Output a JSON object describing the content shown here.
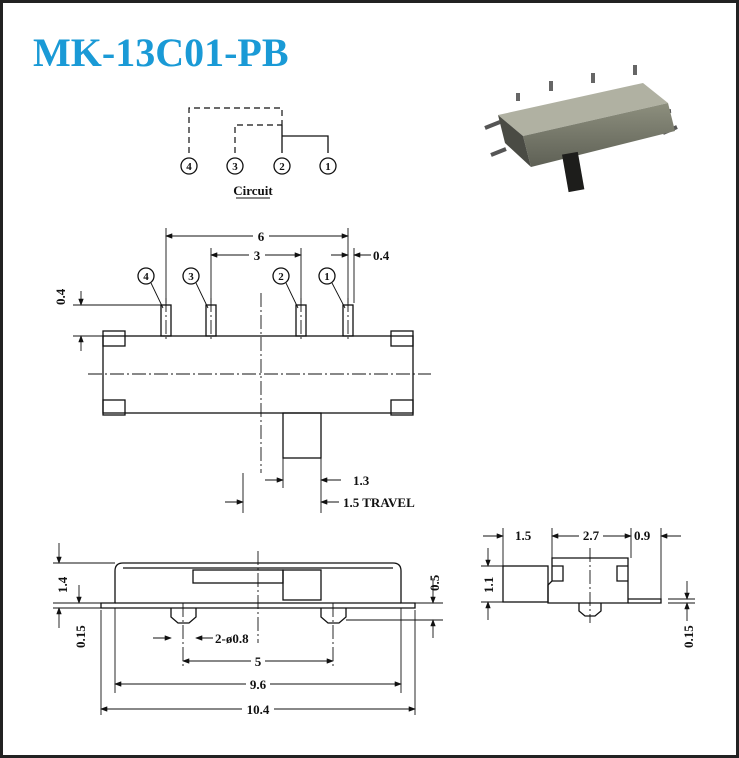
{
  "title": "MK-13C01-PB",
  "title_color": "#1a9ad6",
  "circuit": {
    "label": "Circuit",
    "pins": [
      "4",
      "3",
      "2",
      "1"
    ]
  },
  "top_view": {
    "pin_callouts": [
      "4",
      "3",
      "2",
      "1"
    ],
    "dims": {
      "outer_pitch": "6",
      "inner_pitch": "3",
      "pin_width": "0.4",
      "pin_height": "0.4",
      "actuator_width": "1.3",
      "travel": "1.5 TRAVEL"
    }
  },
  "side_view": {
    "dims": {
      "height": "1.4",
      "lead_thickness": "0.15",
      "standoff": "0.5",
      "peg": "2-ø0.8",
      "peg_pitch": "5",
      "body_length": "9.6",
      "overall_length": "10.4"
    }
  },
  "end_view": {
    "dims": {
      "left": "1.5",
      "center": "2.7",
      "right": "0.9",
      "height": "1.1",
      "lead": "0.15"
    }
  }
}
